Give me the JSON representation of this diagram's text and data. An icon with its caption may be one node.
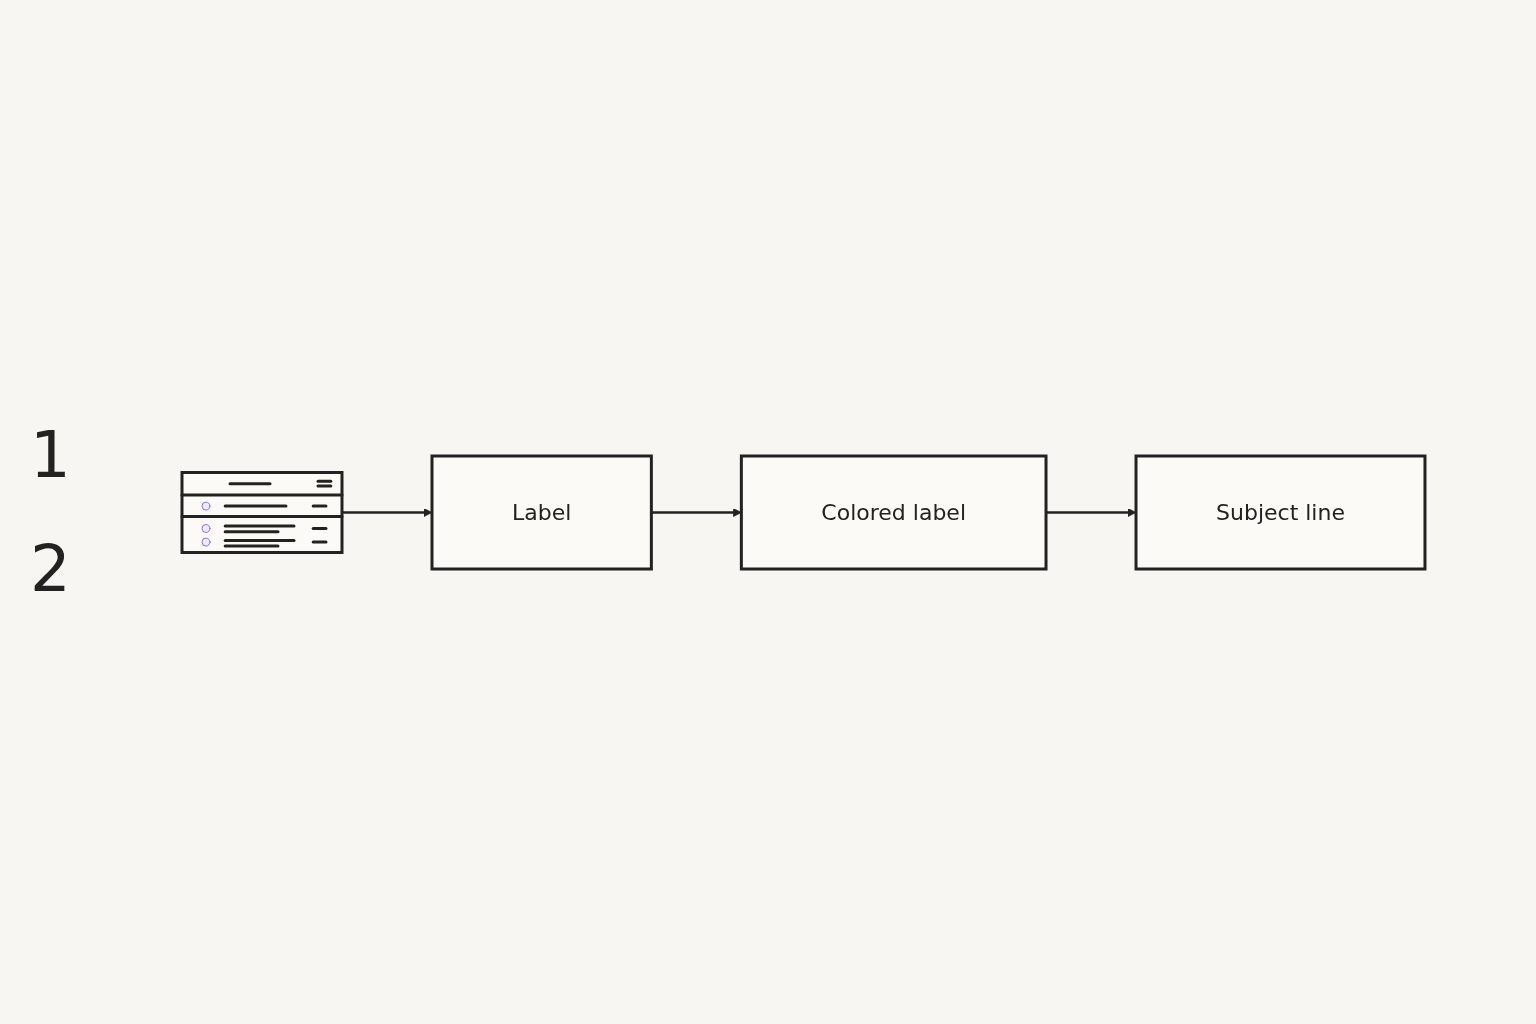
{
  "diagram": {
    "nodes": [
      {
        "text": [],
        "shape": "picture"
      },
      {
        "text": [
          "Label"
        ]
      },
      {
        "text": [
          "Colored label"
        ]
      },
      {
        "text": [
          "Subject line"
        ]
      }
    ],
    "edges": [
      {
        "from": 0,
        "to": 1,
        "arrow": "to"
      },
      {
        "from": 1,
        "to": 2,
        "arrow": "to"
      },
      {
        "from": 2,
        "to": 3,
        "arrow": "to"
      }
    ],
    "labels": [
      "1",
      "2"
    ]
  }
}
